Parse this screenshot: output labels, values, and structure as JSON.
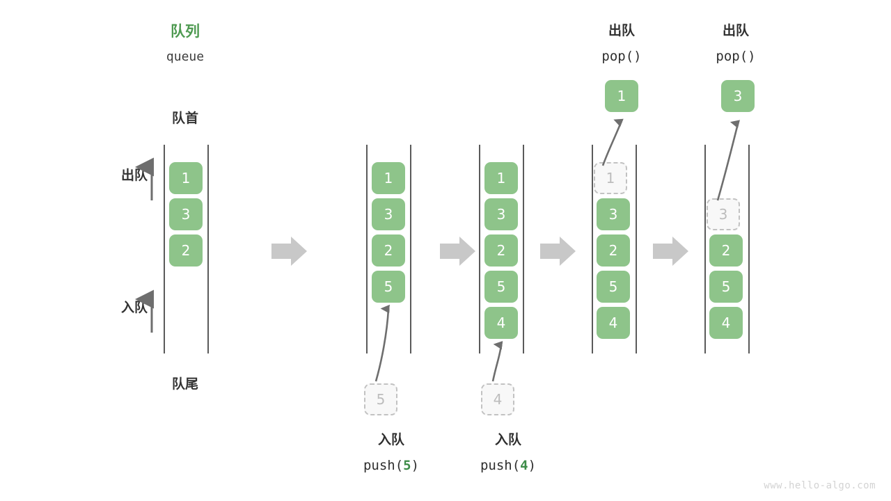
{
  "diagram": {
    "title_cn": "队列",
    "title_en": "queue",
    "head_label": "队首",
    "tail_label": "队尾",
    "dequeue_label": "出队",
    "enqueue_label": "入队",
    "watermark": "www.hello-algo.com",
    "colors": {
      "cell_fill": "#8ec48a",
      "cell_text": "#ffffff",
      "ghost_fill": "#f8f8f8",
      "ghost_border": "#c2c2c2",
      "ghost_text": "#bcbcbc",
      "rail": "#5a5a5a",
      "accent_green": "#4e9a51",
      "flow_arrow": "#c8c8c8",
      "curve_arrow": "#6e6e6e",
      "watermark": "#d3d3d3"
    }
  },
  "stages": [
    {
      "id": "initial",
      "cells": [
        "1",
        "3",
        "2"
      ],
      "ghost_index": null,
      "op_cn": "",
      "op_code_prefix": "",
      "op_code_arg": "",
      "op_code_suffix": "",
      "popped_value": null,
      "incoming_value": null
    },
    {
      "id": "push-5",
      "cells": [
        "1",
        "3",
        "2",
        "5"
      ],
      "ghost_index": null,
      "op_cn": "入队",
      "op_code_prefix": "push(",
      "op_code_arg": "5",
      "op_code_suffix": ")",
      "popped_value": null,
      "incoming_value": "5"
    },
    {
      "id": "push-4",
      "cells": [
        "1",
        "3",
        "2",
        "5",
        "4"
      ],
      "ghost_index": null,
      "op_cn": "入队",
      "op_code_prefix": "push(",
      "op_code_arg": "4",
      "op_code_suffix": ")",
      "popped_value": null,
      "incoming_value": "4"
    },
    {
      "id": "pop-1",
      "cells": [
        "1",
        "3",
        "2",
        "5",
        "4"
      ],
      "ghost_index": 0,
      "op_cn": "出队",
      "op_code_prefix": "pop(",
      "op_code_arg": "",
      "op_code_suffix": ")",
      "popped_value": "1",
      "incoming_value": null
    },
    {
      "id": "pop-3",
      "cells": [
        "",
        "3",
        "2",
        "5",
        "4"
      ],
      "ghost_index": 1,
      "op_cn": "出队",
      "op_code_prefix": "pop(",
      "op_code_arg": "",
      "op_code_suffix": ")",
      "popped_value": "3",
      "incoming_value": null
    }
  ],
  "flow_arrows": [
    {
      "id": "flow-1"
    },
    {
      "id": "flow-2"
    },
    {
      "id": "flow-3"
    },
    {
      "id": "flow-4"
    }
  ]
}
